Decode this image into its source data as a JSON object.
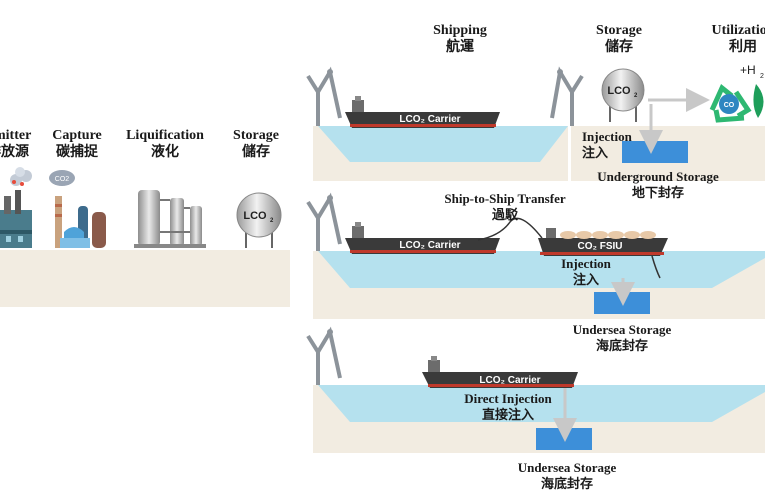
{
  "stages": {
    "emitter": {
      "en": "Emitter",
      "zh": "排放源"
    },
    "capture": {
      "en": "Capture",
      "zh": "碳捕捉"
    },
    "liquification": {
      "en": "Liquification",
      "zh": "液化"
    },
    "storage_left": {
      "en": "Storage",
      "zh": "儲存"
    },
    "shipping": {
      "en": "Shipping",
      "zh": "航運"
    },
    "storage_top": {
      "en": "Storage",
      "zh": "儲存"
    },
    "utilization": {
      "en": "Utilization",
      "zh": "利用"
    }
  },
  "tank_label": "LCO",
  "tank_sub": "2",
  "co2_cloud": "CO2",
  "h2_label": "+H",
  "h2_sub": "2",
  "recycle_label": "CO",
  "recycle_sub": "2",
  "route1": {
    "carrier": "LCO₂ Carrier",
    "injection": {
      "en": "Injection",
      "zh": "注入"
    },
    "storage": {
      "en": "Underground Storage",
      "zh": "地下封存"
    }
  },
  "route2": {
    "carrier": "LCO₂ Carrier",
    "transfer": {
      "en": "Ship-to-Ship Transfer",
      "zh": "過駁"
    },
    "fsiu": "CO₂ FSIU",
    "injection": {
      "en": "Injection",
      "zh": "注入"
    },
    "storage": {
      "en": "Undersea Storage",
      "zh": "海底封存"
    }
  },
  "route3": {
    "carrier": "LCO₂ Carrier",
    "injection": {
      "en": "Direct Injection",
      "zh": "直接注入"
    },
    "storage": {
      "en": "Undersea Storage",
      "zh": "海底封存"
    }
  },
  "colors": {
    "ground": "#f2ece1",
    "water": "#b5e1ee",
    "reservoir": "#3d8fd9",
    "hull": "#3a3a3a",
    "hull_stripe": "#c0392b",
    "utilization_green": "#2eb872"
  }
}
